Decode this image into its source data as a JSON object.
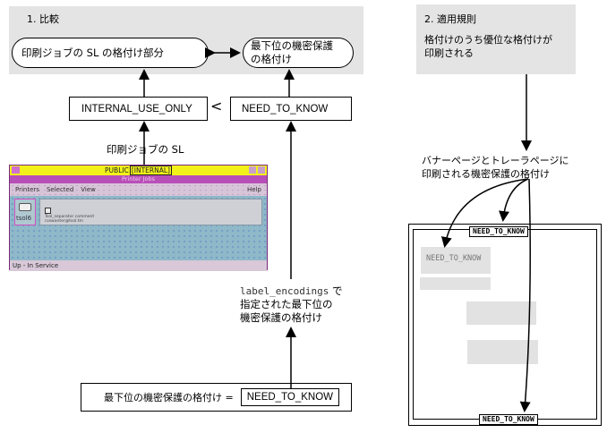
{
  "section1": {
    "title": "1. 比較",
    "pill_left": "印刷ジョブの SL の格付け部分",
    "pill_right": "最下位の機密保護の格付け",
    "box_left": "INTERNAL_USE_ONLY",
    "comparison_symbol": "<",
    "box_right": "NEED_TO_KNOW",
    "sl_label": "印刷ジョブの SL",
    "label_encodings_code": "label_encodings",
    "label_encodings_suffix": " で",
    "label_encodings_line2": "指定された最下位の",
    "label_encodings_line3": "機密保護の格付け",
    "bottom_label": "最下位の機密保護の格付け =",
    "bottom_value": "NEED_TO_KNOW"
  },
  "printer_window": {
    "label_public": "PUBLIC",
    "label_internal": "[INTERNAL]",
    "subtitle": "Printer Jobs",
    "menu": [
      "Printers",
      "Selected",
      "View"
    ],
    "help": "Help",
    "printer_name": "tsol6",
    "job_line1": "Tsol_separator comment",
    "job_line2": "ruswanter@tsol.tm",
    "status": "Up - In Service"
  },
  "section2": {
    "title": "2. 適用規則",
    "rule_line1": "格付けのうち優位な格付けが",
    "rule_line2": "印刷される",
    "banner_line1": "バナーページとトレーラページに",
    "banner_line2": "印刷される機密保護の格付け",
    "page_top_label": "NEED_TO_KNOW",
    "page_body_label": "NEED_TO_KNOW",
    "page_bottom_label": "NEED_TO_KNOW"
  }
}
